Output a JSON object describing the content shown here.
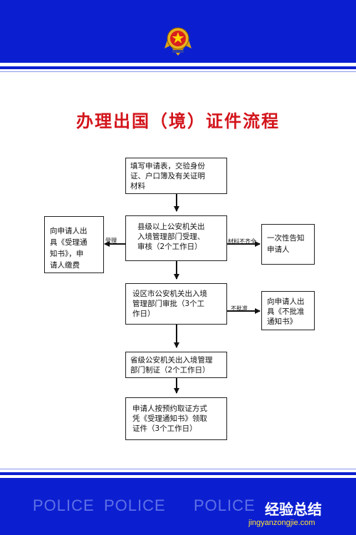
{
  "title": "办理出国（境）证件流程",
  "flow": {
    "step1": [
      "填写申请表，交验身份",
      "证、户口簿及有关证明",
      "材料"
    ],
    "step2": [
      "县级以上公安机关出",
      "入境管理部门受理、",
      "审核（2个工作日）"
    ],
    "step3": [
      "设区市公安机关出入境",
      "管理部门审批（3个工",
      "作日）"
    ],
    "step4": [
      "省级公安机关出入境管理",
      "部门制证（2个工作日）"
    ],
    "step5": [
      "申请人按预约取证方式",
      "凭《受理通知书》领取",
      "证件（3个工作日）"
    ],
    "left_accept": [
      "向申请人出",
      "具《受理通",
      "知书》，申",
      "请人缴费"
    ],
    "right_incomplete": [
      "一次性告知",
      "申请人"
    ],
    "right_reject": [
      "向申请人出",
      "具《不批准",
      "通知书》"
    ],
    "label_accept": "受理",
    "label_incomplete": "材料不齐全",
    "label_reject": "不批准"
  },
  "footer": {
    "police_words": [
      "POLICE",
      "POLICE",
      "POLICE"
    ],
    "watermark_cn": "经验总结",
    "watermark_url": "jingyanzongjie.com"
  },
  "colors": {
    "band_blue": "#0b1fd0",
    "title_red": "#d3141b",
    "police_text": "#5f70e6"
  }
}
